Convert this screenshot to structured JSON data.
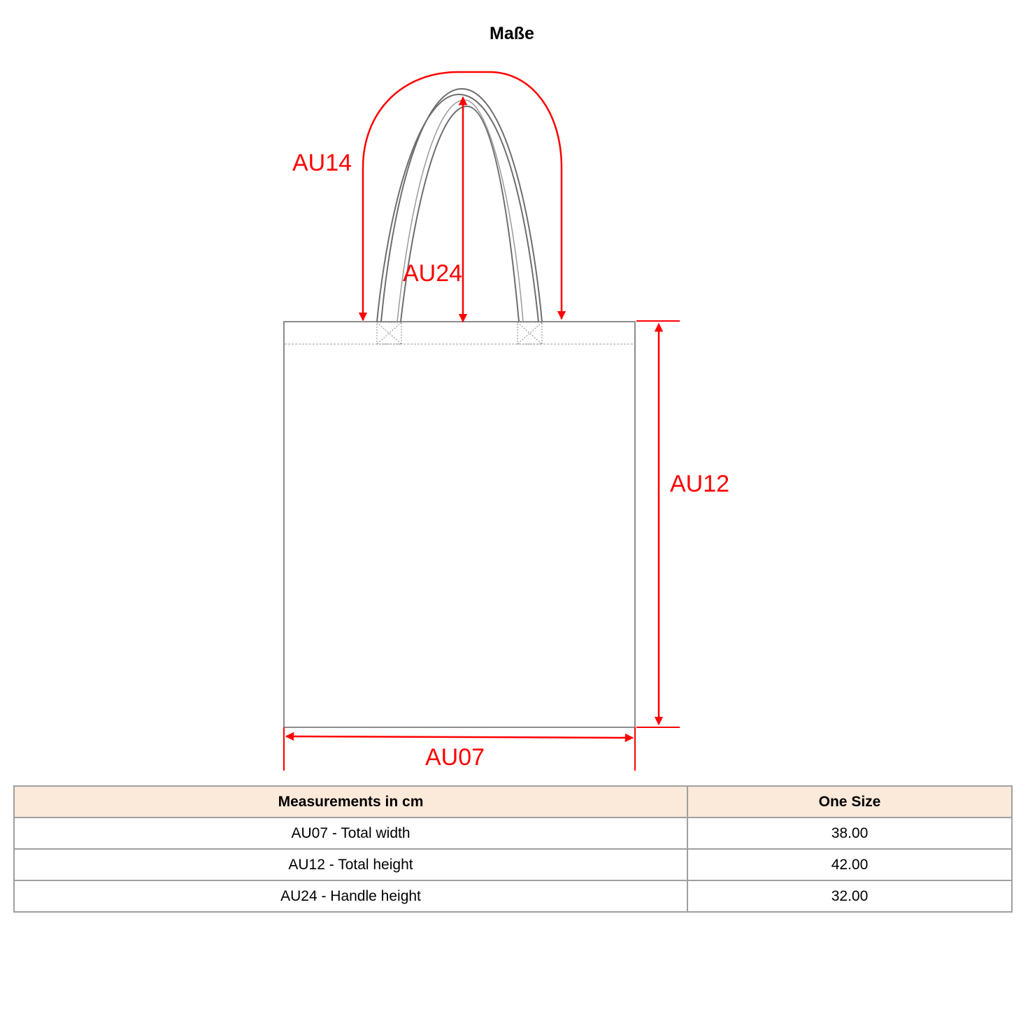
{
  "page": {
    "title": "Maße"
  },
  "diagram": {
    "labels": {
      "handle_length": "AU14",
      "handle_height": "AU24",
      "total_height": "AU12",
      "total_width": "AU07"
    },
    "colors": {
      "dimension": "#ff0000",
      "outline": "#808080"
    }
  },
  "table": {
    "headers": [
      "Measurements in cm",
      "One Size"
    ],
    "rows": [
      {
        "label": "AU07 - Total width",
        "value": "38.00"
      },
      {
        "label": "AU12 - Total height",
        "value": "42.00"
      },
      {
        "label": "AU24 - Handle height",
        "value": "32.00"
      }
    ],
    "colors": {
      "header_bg": "#fbe9d9",
      "border": "#a0a0a0"
    }
  }
}
